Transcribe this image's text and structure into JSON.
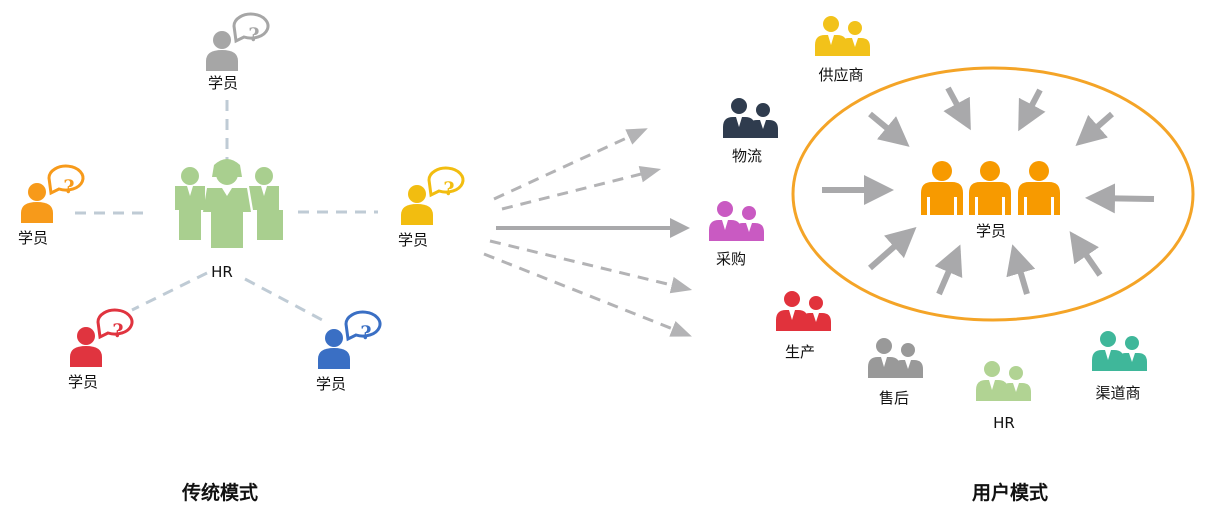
{
  "left_panel": {
    "title": "传统模式",
    "hr_label": "HR",
    "student_label": "学员",
    "question_mark": "?"
  },
  "right_panel": {
    "title": "用户模式",
    "center_label": "学员",
    "roles": {
      "supplier": "供应商",
      "logistics": "物流",
      "purchasing": "采购",
      "production": "生产",
      "after_sales": "售后",
      "hr": "HR",
      "channel": "渠道商"
    }
  },
  "colors": {
    "hr_green": "#a9cf8f",
    "student_gray": "#a6a6a6",
    "student_orange": "#f79a1a",
    "student_red": "#e0343f",
    "student_blue": "#3a6fc4",
    "student_yellow": "#f2bd10",
    "supplier_yellow": "#f2c21a",
    "logistics_navy": "#2f3c4e",
    "purchasing_pink": "#c95ac2",
    "production_red": "#e1323c",
    "after_sales_gray": "#999999",
    "hr_light_green": "#b1d393",
    "channel_teal": "#3fb79a",
    "ellipse_orange": "#f4a427",
    "center_orange": "#f79a00",
    "arrow_gray": "#a9a9ab",
    "dash_blue_gray": "#bfcbd5"
  },
  "icons": {
    "student_with_question": "person-question-icon",
    "hr_group": "hr-group-icon",
    "role_pair": "person-pair-icon",
    "student_group": "student-group-icon"
  }
}
